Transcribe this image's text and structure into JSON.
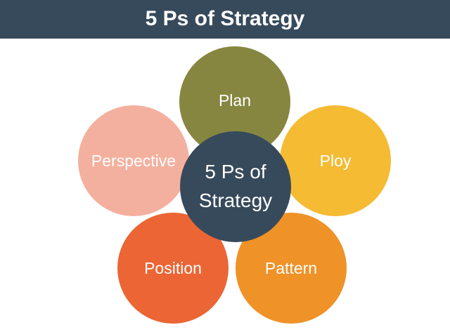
{
  "header": {
    "title": "5 Ps of Strategy"
  },
  "diagram": {
    "center": {
      "label": "5 Ps of\nStrategy",
      "color": "#374a5c"
    },
    "petals": [
      {
        "id": "plan",
        "label": "Plan",
        "color": "#868640"
      },
      {
        "id": "ploy",
        "label": "Ploy",
        "color": "#f4bb33"
      },
      {
        "id": "pattern",
        "label": "Pattern",
        "color": "#ef9228"
      },
      {
        "id": "position",
        "label": "Position",
        "color": "#eb6535"
      },
      {
        "id": "perspective",
        "label": "Perspective",
        "color": "#f4b09e"
      }
    ]
  }
}
